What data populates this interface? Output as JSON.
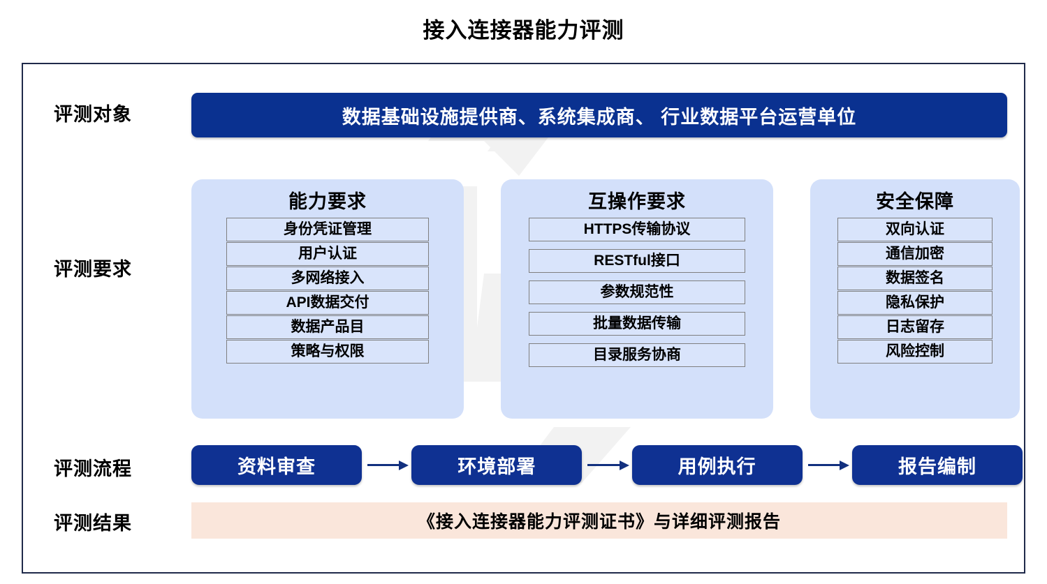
{
  "title": "接入连接器能力评测",
  "colors": {
    "navy": "#0A3190",
    "panel_blue": "#D3E0FA",
    "item_blue": "#D9E4FB",
    "item_border": "#7F7F7F",
    "result_peach": "#FAE6DB",
    "frame_border": "#1F2A4A"
  },
  "rows": {
    "object": {
      "label": "评测对象",
      "banner": "数据基础设施提供商、系统集成商、 行业数据平台运营单位"
    },
    "requirements": {
      "label": "评测要求",
      "panels": [
        {
          "title": "能力要求",
          "items": [
            "身份凭证管理",
            "用户认证",
            "多网络接入",
            "API数据交付",
            "数据产品目",
            "策略与权限"
          ]
        },
        {
          "title": "互操作要求",
          "items": [
            "HTTPS传输协议",
            "RESTful接口",
            "参数规范性",
            "批量数据传输",
            "目录服务协商"
          ]
        },
        {
          "title": "安全保障",
          "items": [
            "双向认证",
            "通信加密",
            "数据签名",
            "隐私保护",
            "日志留存",
            "风险控制"
          ]
        }
      ]
    },
    "process": {
      "label": "评测流程",
      "steps": [
        "资料审查",
        "环境部署",
        "用例执行",
        "报告编制"
      ]
    },
    "result": {
      "label": "评测结果",
      "text": "《接入连接器能力评测证书》与详细评测报告"
    }
  }
}
